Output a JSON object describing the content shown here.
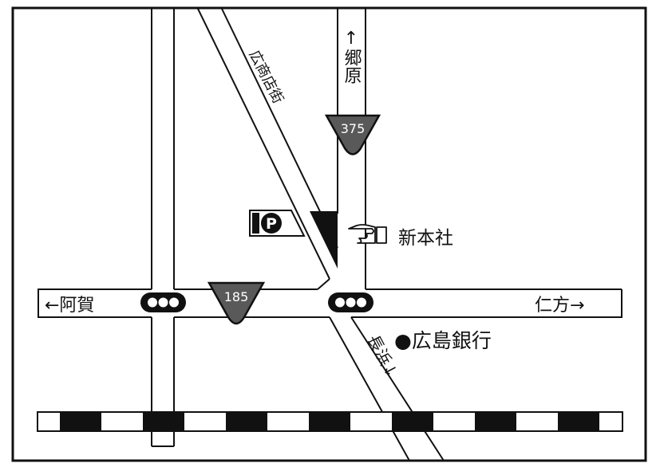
{
  "map": {
    "colors": {
      "background": "#ffffff",
      "ink": "#111111",
      "shield_fill": "#595959",
      "shield_text": "#ffffff"
    },
    "roads": {
      "street_label": "広商店街",
      "north_label": "↑郷原",
      "west_label": "←阿賀",
      "east_label": "仁方→",
      "south_label": "長浜↓"
    },
    "route_shields": [
      {
        "number": "375"
      },
      {
        "number": "185"
      }
    ],
    "parking": {
      "symbol": "P"
    },
    "destination": {
      "label": "新本社",
      "pointer_icon": "pointing-hand-icon"
    },
    "landmark": {
      "label": "●広島銀行"
    },
    "traffic_lights": [
      {
        "icon": "traffic-signal-icon"
      },
      {
        "icon": "traffic-signal-icon"
      }
    ],
    "railway": {
      "icon": "railway-track"
    }
  }
}
